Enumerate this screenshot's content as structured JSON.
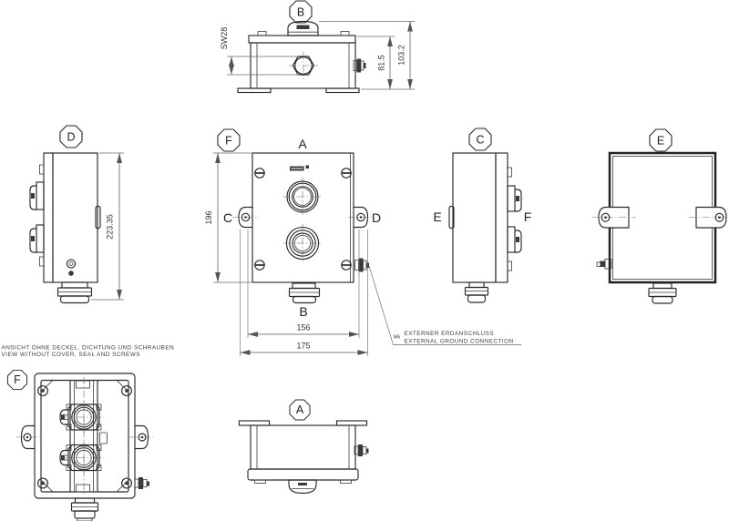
{
  "drawing": {
    "colors": {
      "line": "#2a2a2a",
      "background": "#ffffff"
    },
    "balloons": {
      "top_view": "B",
      "left_view": "D",
      "front_view": "F",
      "right_view": "C",
      "back_view": "E",
      "bottom_view": "A",
      "interior_view": "F"
    },
    "face_letters": {
      "front_top": "A",
      "front_bottom": "B",
      "front_left": "C",
      "front_right": "D",
      "right_left": "E",
      "right_right": "F"
    },
    "dimensions": {
      "wrench_size": "SW28",
      "body_height": "81.5",
      "total_height_side": "103.2",
      "total_height_front": "223.35",
      "enclosure_height": "196",
      "hole_spacing": "156",
      "overall_width": "175"
    },
    "ground_note": {
      "thread": "M6",
      "line_de": "EXTERNER ERDANSCHLUSS",
      "line_en": "EXTERNAL GROUND CONNECTION"
    },
    "view_note": {
      "line_de": "ANSICHT OHNE DECKEL, DICHTUNG UND SCHRAUBEN",
      "line_en": "VIEW WITHOUT COVER, SEAL AND SCREWS"
    }
  }
}
